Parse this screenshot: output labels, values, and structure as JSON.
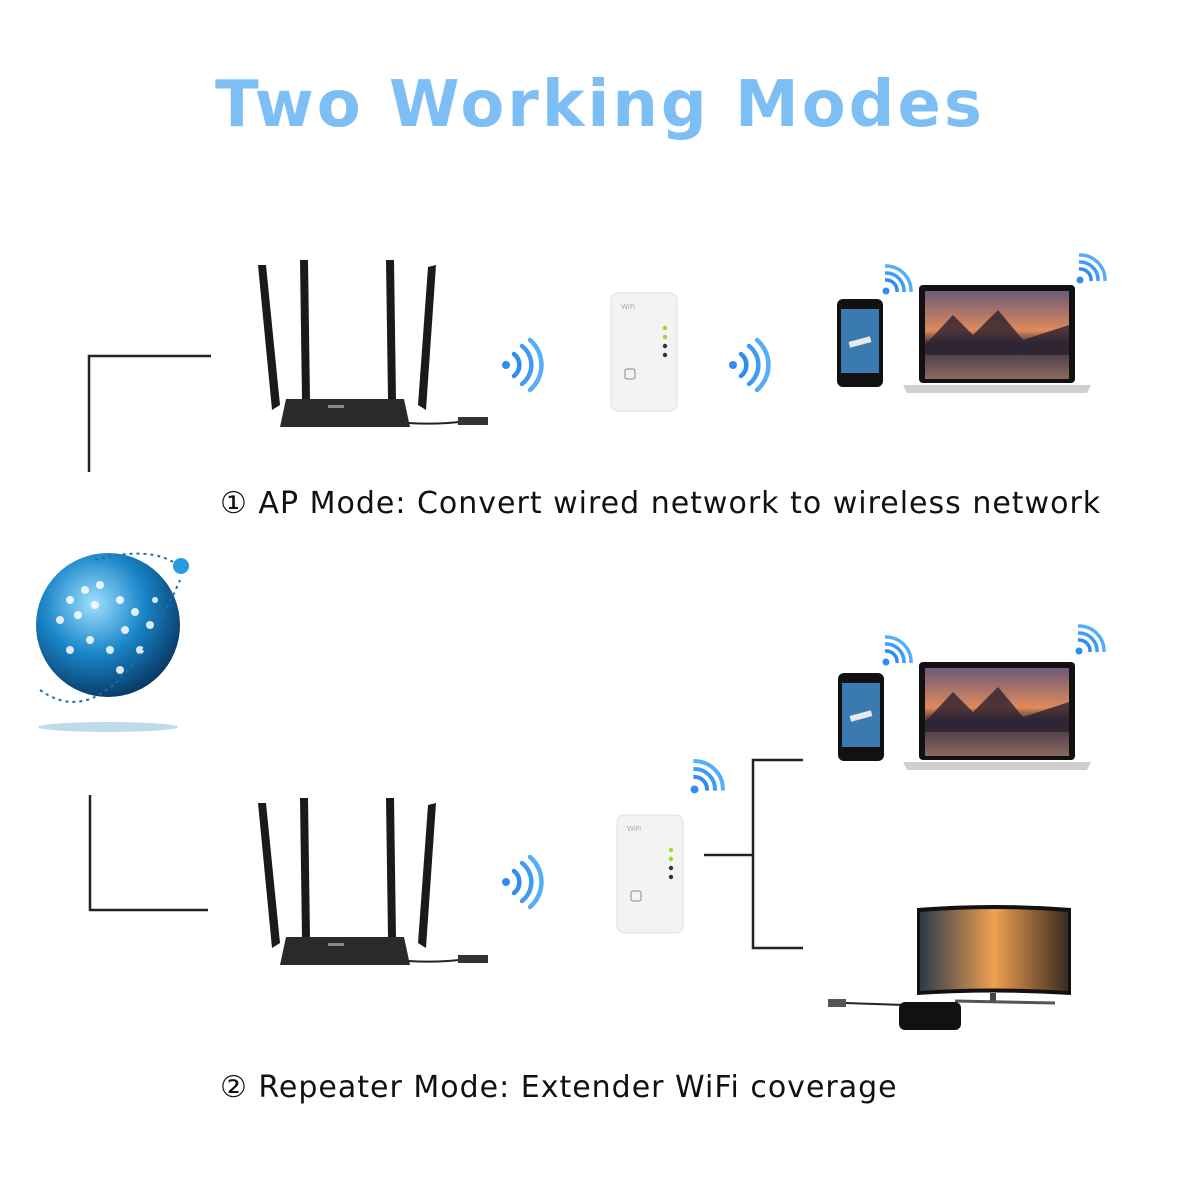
{
  "title": "Two Working Modes",
  "modes": [
    {
      "caption": "① AP Mode: Convert wired network to wireless network"
    },
    {
      "caption": "② Repeater Mode: Extender WiFi coverage"
    }
  ],
  "colors": {
    "title": "#7dbff4",
    "wifi": "#2f8cf0",
    "line": "#222222"
  },
  "icons": [
    "globe-icon",
    "router-icon",
    "wifi-signal-icon",
    "extender-icon",
    "smartphone-icon",
    "laptop-icon",
    "tv-icon",
    "tv-box-icon"
  ]
}
